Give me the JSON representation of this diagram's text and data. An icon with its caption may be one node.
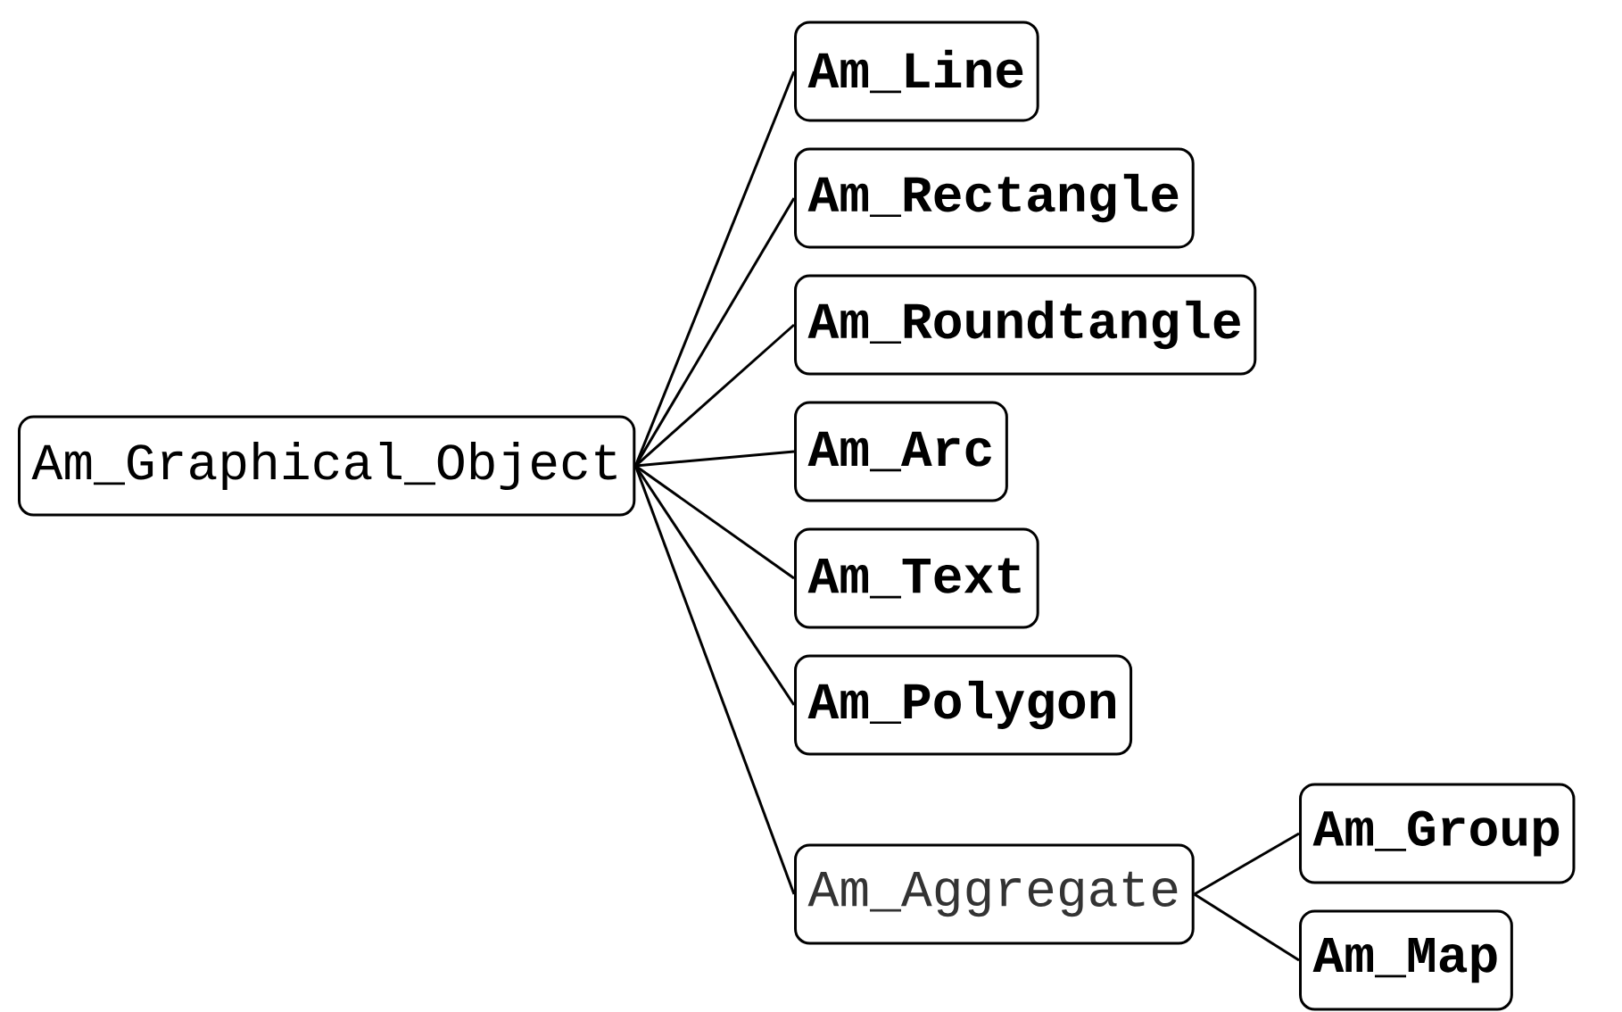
{
  "diagram": {
    "nodes": [
      {
        "text": [
          "Am_Graphical_Object"
        ]
      },
      {
        "text": [
          "Am_Line"
        ]
      },
      {
        "text": [
          "Am_Rectangle"
        ]
      },
      {
        "text": [
          "Am_Roundtangle"
        ]
      },
      {
        "text": [
          "Am_Arc"
        ]
      },
      {
        "text": [
          "Am_Text"
        ]
      },
      {
        "text": [
          "Am_Polygon"
        ]
      },
      {
        "text": [
          "Am_Aggregate"
        ]
      },
      {
        "text": [
          "Am_Group"
        ]
      },
      {
        "text": [
          "Am_Map"
        ]
      }
    ],
    "edges": [
      {
        "from": 0,
        "to": 1,
        "arrow": "none"
      },
      {
        "from": 0,
        "to": 2,
        "arrow": "none"
      },
      {
        "from": 0,
        "to": 3,
        "arrow": "none"
      },
      {
        "from": 0,
        "to": 4,
        "arrow": "none"
      },
      {
        "from": 0,
        "to": 5,
        "arrow": "none"
      },
      {
        "from": 0,
        "to": 6,
        "arrow": "none"
      },
      {
        "from": 0,
        "to": 7,
        "arrow": "none"
      },
      {
        "from": 7,
        "to": 8,
        "arrow": "none"
      },
      {
        "from": 7,
        "to": 9,
        "arrow": "none"
      }
    ]
  }
}
